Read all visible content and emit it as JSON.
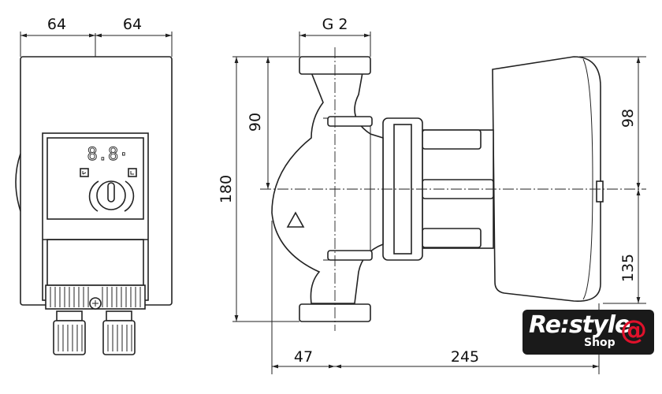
{
  "drawing": {
    "dimensions": {
      "left_width_1": "64",
      "left_width_2": "64",
      "thread": "G 2",
      "height_total": "180",
      "height_upper": "90",
      "motor_upper": "98",
      "motor_lower": "135",
      "depth_front": "47",
      "depth_rear": "245"
    },
    "display_value": "8.8·"
  },
  "logo": {
    "brand": "Re:style",
    "sub": "Shop",
    "symbol": "@",
    "accent_color": "#e0112b"
  }
}
